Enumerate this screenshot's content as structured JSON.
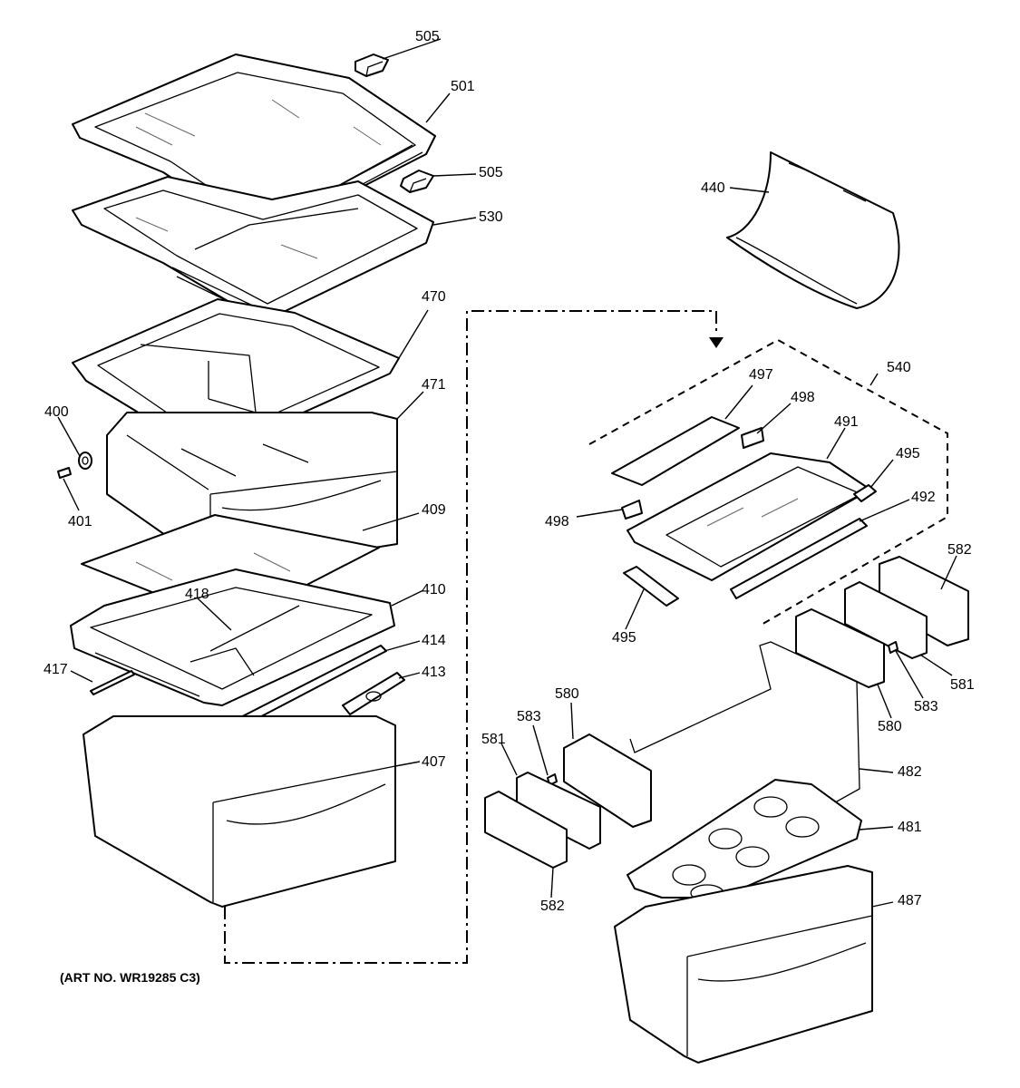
{
  "art_number": "(ART NO. WR19285 C3)",
  "parts": {
    "p505a": "505",
    "p501": "501",
    "p505b": "505",
    "p530": "530",
    "p440": "440",
    "p470": "470",
    "p540": "540",
    "p497": "497",
    "p498a": "498",
    "p491": "491",
    "p471": "471",
    "p400": "400",
    "p495a": "495",
    "p492": "492",
    "p401": "401",
    "p409": "409",
    "p498b": "498",
    "p582a": "582",
    "p418": "418",
    "p410": "410",
    "p495b": "495",
    "p581a": "581",
    "p414": "414",
    "p417": "417",
    "p413": "413",
    "p583a": "583",
    "p580a": "580",
    "p580b": "580",
    "p583b": "583",
    "p581b": "581",
    "p407": "407",
    "p482": "482",
    "p481": "481",
    "p487": "487",
    "p582b": "582"
  }
}
